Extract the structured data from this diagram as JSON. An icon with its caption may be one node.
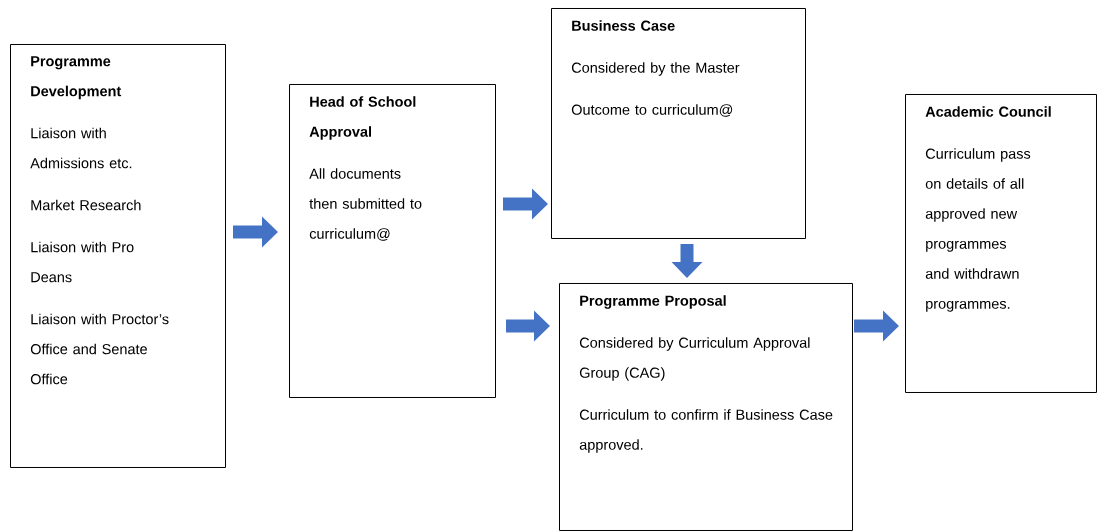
{
  "diagram": {
    "nodes": [
      {
        "text": [
          "Programme Development",
          "Liaison with Admissions etc.",
          "Market Research",
          "Liaison with Pro Deans",
          "Liaison with Proctor’s Office and Senate Office"
        ]
      },
      {
        "text": [
          "Head of School Approval",
          "All documents then submitted to curriculum@"
        ]
      },
      {
        "text": [
          "Business Case",
          "Considered by the Master",
          "Outcome to curriculum@"
        ]
      },
      {
        "text": [
          "Programme Proposal",
          "Considered by Curriculum Approval Group (CAG)",
          "Curriculum to confirm if Business Case approved."
        ]
      },
      {
        "text": [
          "Academic Council",
          "Curriculum pass on details of all approved new programmes and withdrawn programmes."
        ]
      }
    ],
    "edges": [
      {
        "from": 0,
        "to": 1,
        "arrow": "to"
      },
      {
        "from": 1,
        "to": 2,
        "arrow": "to"
      },
      {
        "from": 1,
        "to": 3,
        "arrow": "to"
      },
      {
        "from": 2,
        "to": 3,
        "arrow": "to"
      },
      {
        "from": 3,
        "to": 4,
        "arrow": "to"
      }
    ]
  }
}
